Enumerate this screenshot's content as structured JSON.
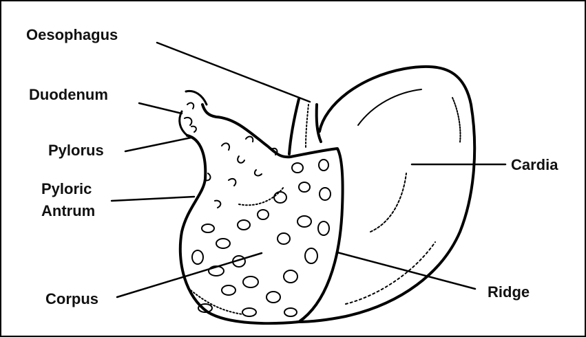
{
  "diagram": {
    "colors": {
      "ink": "#000000",
      "background": "#ffffff",
      "border": "#000000"
    },
    "labels": {
      "oesophagus": "Oesophagus",
      "duodenum": "Duodenum",
      "pylorus": "Pylorus",
      "pyloric_antrum_line1": "Pyloric",
      "pyloric_antrum_line2": "Antrum",
      "corpus": "Corpus",
      "cardia": "Cardia",
      "ridge": "Ridge"
    }
  }
}
